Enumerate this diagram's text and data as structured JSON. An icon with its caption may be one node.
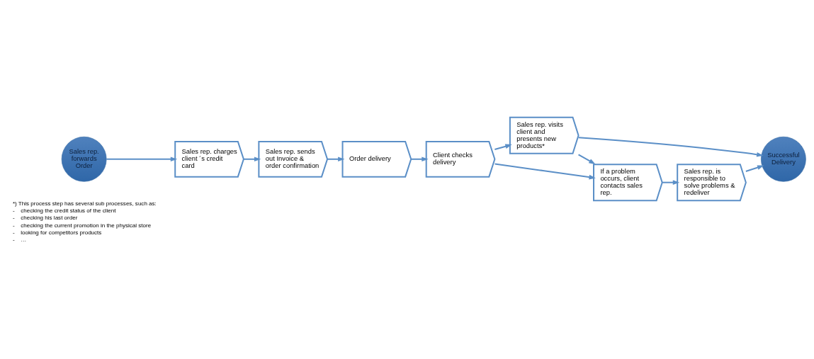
{
  "diagram": {
    "nodes": [
      {
        "text": [
          "Sales rep. forwards Order"
        ]
      },
      {
        "text": [
          "Sales rep. charges client ´s credit card"
        ]
      },
      {
        "text": [
          "Sales rep. sends out Invoice & order confirmation"
        ]
      },
      {
        "text": [
          "Order delivery"
        ]
      },
      {
        "text": [
          "Client checks delivery"
        ]
      },
      {
        "text": [
          "Sales rep. visits client and presents new products*"
        ]
      },
      {
        "text": [
          "Successful Delivery"
        ]
      },
      {
        "text": [
          "If a problem occurs, client contacts sales rep."
        ]
      },
      {
        "text": [
          "Sales rep. is responsible to solve problems & redeliver"
        ]
      }
    ],
    "edges": [
      {
        "from": 0,
        "to": 1,
        "arrow": "to"
      },
      {
        "from": 1,
        "to": 2,
        "arrow": "to"
      },
      {
        "from": 2,
        "to": 3,
        "arrow": "to"
      },
      {
        "from": 3,
        "to": 4,
        "arrow": "to"
      },
      {
        "from": 4,
        "to": 5,
        "arrow": "to"
      },
      {
        "from": 4,
        "to": 7,
        "arrow": "to"
      },
      {
        "from": 5,
        "to": 6,
        "arrow": "to"
      },
      {
        "from": 5,
        "to": 7,
        "arrow": "to"
      },
      {
        "from": 7,
        "to": 8,
        "arrow": "to"
      },
      {
        "from": 8,
        "to": 6,
        "arrow": "to"
      }
    ],
    "labels": [
      "*) This process step has several sub processes, such as:",
      "-",
      "checking the credit status of the client",
      "-",
      "checking his last order",
      "-",
      "checking the current promotion in the physical store",
      "-",
      "looking for competitors products",
      "-",
      "…"
    ]
  }
}
